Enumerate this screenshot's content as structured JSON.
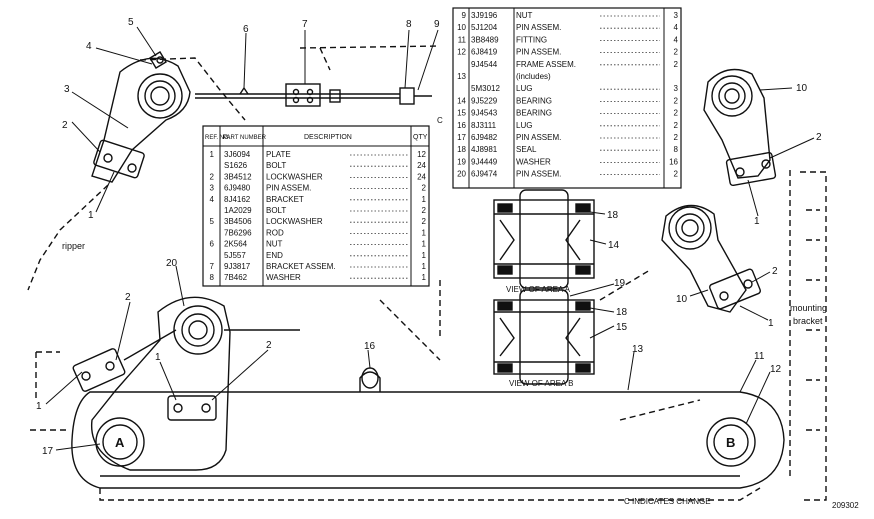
{
  "callouts": [
    {
      "id": "c5",
      "text": "5"
    },
    {
      "id": "c4",
      "text": "4"
    },
    {
      "id": "c6",
      "text": "6"
    },
    {
      "id": "c7",
      "text": "7"
    },
    {
      "id": "c8",
      "text": "8"
    },
    {
      "id": "c9",
      "text": "9"
    },
    {
      "id": "c3",
      "text": "3"
    },
    {
      "id": "c2a",
      "text": "2"
    },
    {
      "id": "c1a",
      "text": "1"
    },
    {
      "id": "c10a",
      "text": "10"
    },
    {
      "id": "c2b",
      "text": "2"
    },
    {
      "id": "c1b",
      "text": "1"
    },
    {
      "id": "c2c",
      "text": "2"
    },
    {
      "id": "c10b",
      "text": "10"
    },
    {
      "id": "c1c",
      "text": "1"
    },
    {
      "id": "c18a",
      "text": "18"
    },
    {
      "id": "c14",
      "text": "14"
    },
    {
      "id": "c19",
      "text": "19"
    },
    {
      "id": "c18b",
      "text": "18"
    },
    {
      "id": "c15",
      "text": "15"
    },
    {
      "id": "c20",
      "text": "20"
    },
    {
      "id": "c2d",
      "text": "2"
    },
    {
      "id": "c1d",
      "text": "1"
    },
    {
      "id": "c16",
      "text": "16"
    },
    {
      "id": "c13",
      "text": "13"
    },
    {
      "id": "c1e",
      "text": "1"
    },
    {
      "id": "c2e",
      "text": "2"
    },
    {
      "id": "c11",
      "text": "11"
    },
    {
      "id": "c12",
      "text": "12"
    },
    {
      "id": "c17",
      "text": "17"
    }
  ],
  "labels": {
    "ripper": "ripper",
    "mounting": "mounting",
    "bracket": "bracket",
    "view_a": "VIEW OF AREA A",
    "view_b": "VIEW OF AREA B",
    "point_a": "A",
    "point_b": "B",
    "change_note": "C INDICATES CHANGE",
    "drawing_number": "209302",
    "change_mark": "C"
  },
  "parts_table_main": {
    "headers": {
      "ref": "REF. NO.",
      "part": "PART NUMBER",
      "desc": "DESCRIPTION",
      "qty": "QTY"
    },
    "rows": [
      {
        "ref": "1",
        "part": "3J6094",
        "desc": "PLATE",
        "qty": "12"
      },
      {
        "ref": "",
        "part": "S1626",
        "desc": "BOLT",
        "qty": "24"
      },
      {
        "ref": "2",
        "part": "3B4512",
        "desc": "LOCKWASHER",
        "qty": "24"
      },
      {
        "ref": "3",
        "part": "6J9480",
        "desc": "PIN ASSEM.",
        "qty": "2"
      },
      {
        "ref": "4",
        "part": "8J4162",
        "desc": "BRACKET",
        "qty": "1"
      },
      {
        "ref": "",
        "part": "1A2029",
        "desc": "BOLT",
        "qty": "2"
      },
      {
        "ref": "5",
        "part": "3B4506",
        "desc": "LOCKWASHER",
        "qty": "2"
      },
      {
        "ref": "",
        "part": "7B6296",
        "desc": "ROD",
        "qty": "1"
      },
      {
        "ref": "6",
        "part": "2K564",
        "desc": "NUT",
        "qty": "1"
      },
      {
        "ref": "",
        "part": "5J557",
        "desc": "END",
        "qty": "1"
      },
      {
        "ref": "7",
        "part": "9J3817",
        "desc": "BRACKET ASSEM.",
        "qty": "1"
      },
      {
        "ref": "8",
        "part": "7B462",
        "desc": "WASHER",
        "qty": "1"
      }
    ]
  },
  "parts_table_right": {
    "rows": [
      {
        "ref": "9",
        "part": "3J9196",
        "desc": "NUT",
        "qty": "3"
      },
      {
        "ref": "10",
        "part": "5J1204",
        "desc": "PIN ASSEM.",
        "qty": "4"
      },
      {
        "ref": "11",
        "part": "3B8489",
        "desc": "FITTING",
        "qty": "4"
      },
      {
        "ref": "12",
        "part": "6J8419",
        "desc": "PIN ASSEM.",
        "qty": "2"
      },
      {
        "ref": "",
        "part": "9J4544",
        "desc": "FRAME ASSEM.",
        "qty": "2"
      },
      {
        "ref": "13",
        "part": "",
        "desc": "(includes)",
        "qty": ""
      },
      {
        "ref": "",
        "part": "5M3012",
        "desc": "LUG",
        "qty": "3"
      },
      {
        "ref": "14",
        "part": "9J5229",
        "desc": "BEARING",
        "qty": "2"
      },
      {
        "ref": "15",
        "part": "9J4543",
        "desc": "BEARING",
        "qty": "2"
      },
      {
        "ref": "16",
        "part": "8J3111",
        "desc": "LUG",
        "qty": "2"
      },
      {
        "ref": "17",
        "part": "6J9482",
        "desc": "PIN ASSEM.",
        "qty": "2"
      },
      {
        "ref": "18",
        "part": "4J8981",
        "desc": "SEAL",
        "qty": "8"
      },
      {
        "ref": "19",
        "part": "9J4449",
        "desc": "WASHER",
        "qty": "16"
      },
      {
        "ref": "20",
        "part": "6J9474",
        "desc": "PIN ASSEM.",
        "qty": "2"
      }
    ]
  }
}
